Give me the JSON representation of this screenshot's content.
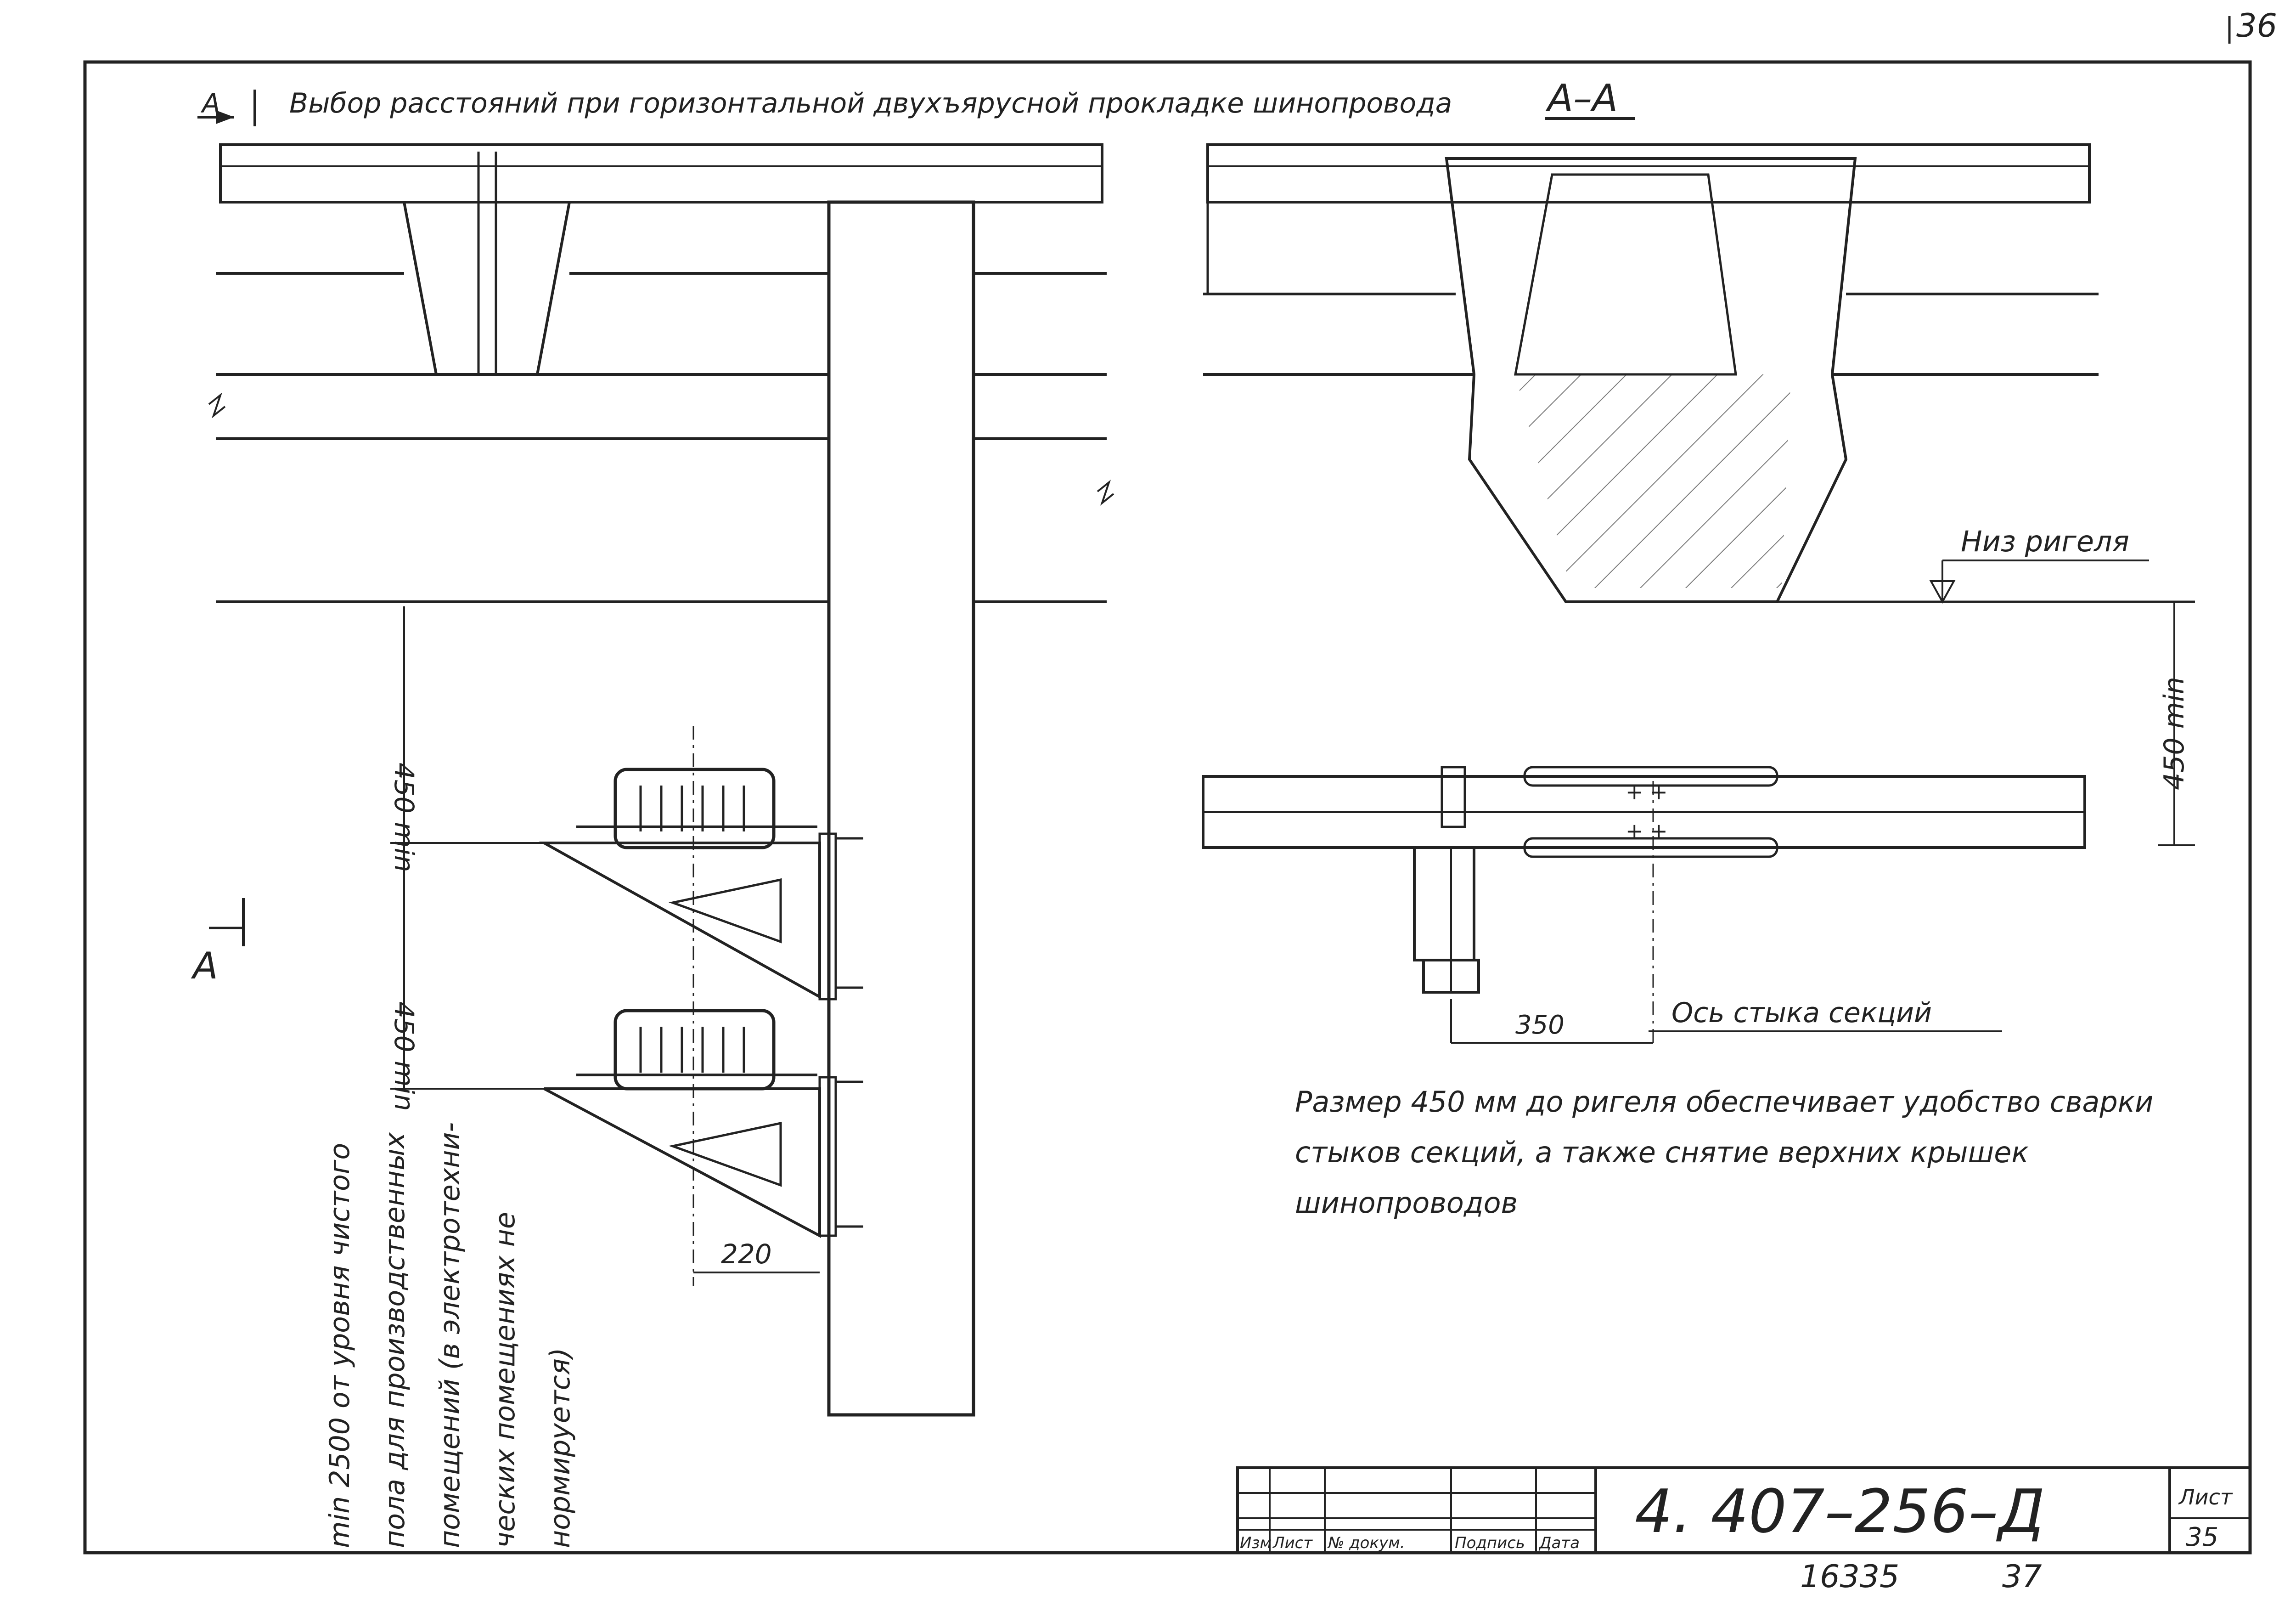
{
  "sheet_corner_number": "36",
  "title": {
    "section_mark": "A",
    "text": "Выбор расстояний при горизонтальной двухъярусной прокладке шинопровода",
    "section_label": "А–А"
  },
  "left_view": {
    "section_mark_bottom": "А",
    "dim_top": "450 min",
    "dim_middle": "450 min",
    "dim_bracket": "220",
    "note_lines": [
      "min 2500 от уровня чистого",
      "пола для производственных",
      "помещений (в электротехни-",
      "ческих помещениях не",
      "нормируется)"
    ]
  },
  "right_view": {
    "beam_bottom_label": "Низ ригеля",
    "dim_vertical": "450 min",
    "dim_horizontal": "350",
    "joint_axis_label": "Ось стыка секций",
    "note_lines": [
      "Размер 450 мм до ригеля обеспечивает удобство сварки",
      "стыков секций, а также снятие верхних крышек",
      "шинопроводов"
    ]
  },
  "title_block": {
    "columns": [
      "Изм",
      "Лист",
      "№ докум.",
      "Подпись",
      "Дата"
    ],
    "document_code": "4. 407–256–Д",
    "sheet_label": "Лист",
    "sheet_number": "35",
    "under_numbers": [
      "16335",
      "37"
    ]
  }
}
